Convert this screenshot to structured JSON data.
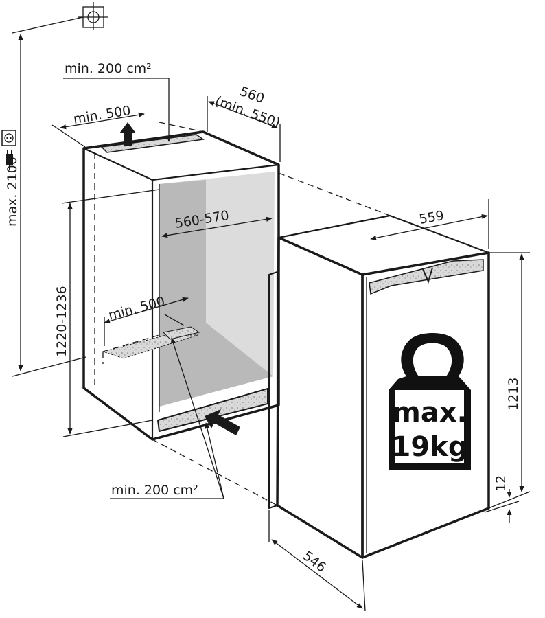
{
  "labels": {
    "vent_top": "min. 200 cm²",
    "depth_top": "min. 500",
    "width_niche_top": "560",
    "width_niche_min": "(min. 550)",
    "height_max": "max. 2100",
    "niche_height": "1220-1236",
    "niche_width": "560-570",
    "depth_floor": "min. 500",
    "vent_bottom": "min. 200 cm²",
    "appliance_width": "559",
    "appliance_height": "1213",
    "gap": "12",
    "appliance_depth": "546"
  },
  "weight": {
    "line1": "max.",
    "line2": "19kg"
  },
  "colors": {
    "line": "#1a1a1a",
    "niche_shadow": "#b9b9b9",
    "niche_light": "#dcdcdc",
    "vent_fill": "#d6d6d6"
  },
  "icons": [
    "water-tap-icon",
    "power-socket-icon",
    "power-plug-icon",
    "arrow-up-icon",
    "arrow-in-icon",
    "weight-icon"
  ]
}
